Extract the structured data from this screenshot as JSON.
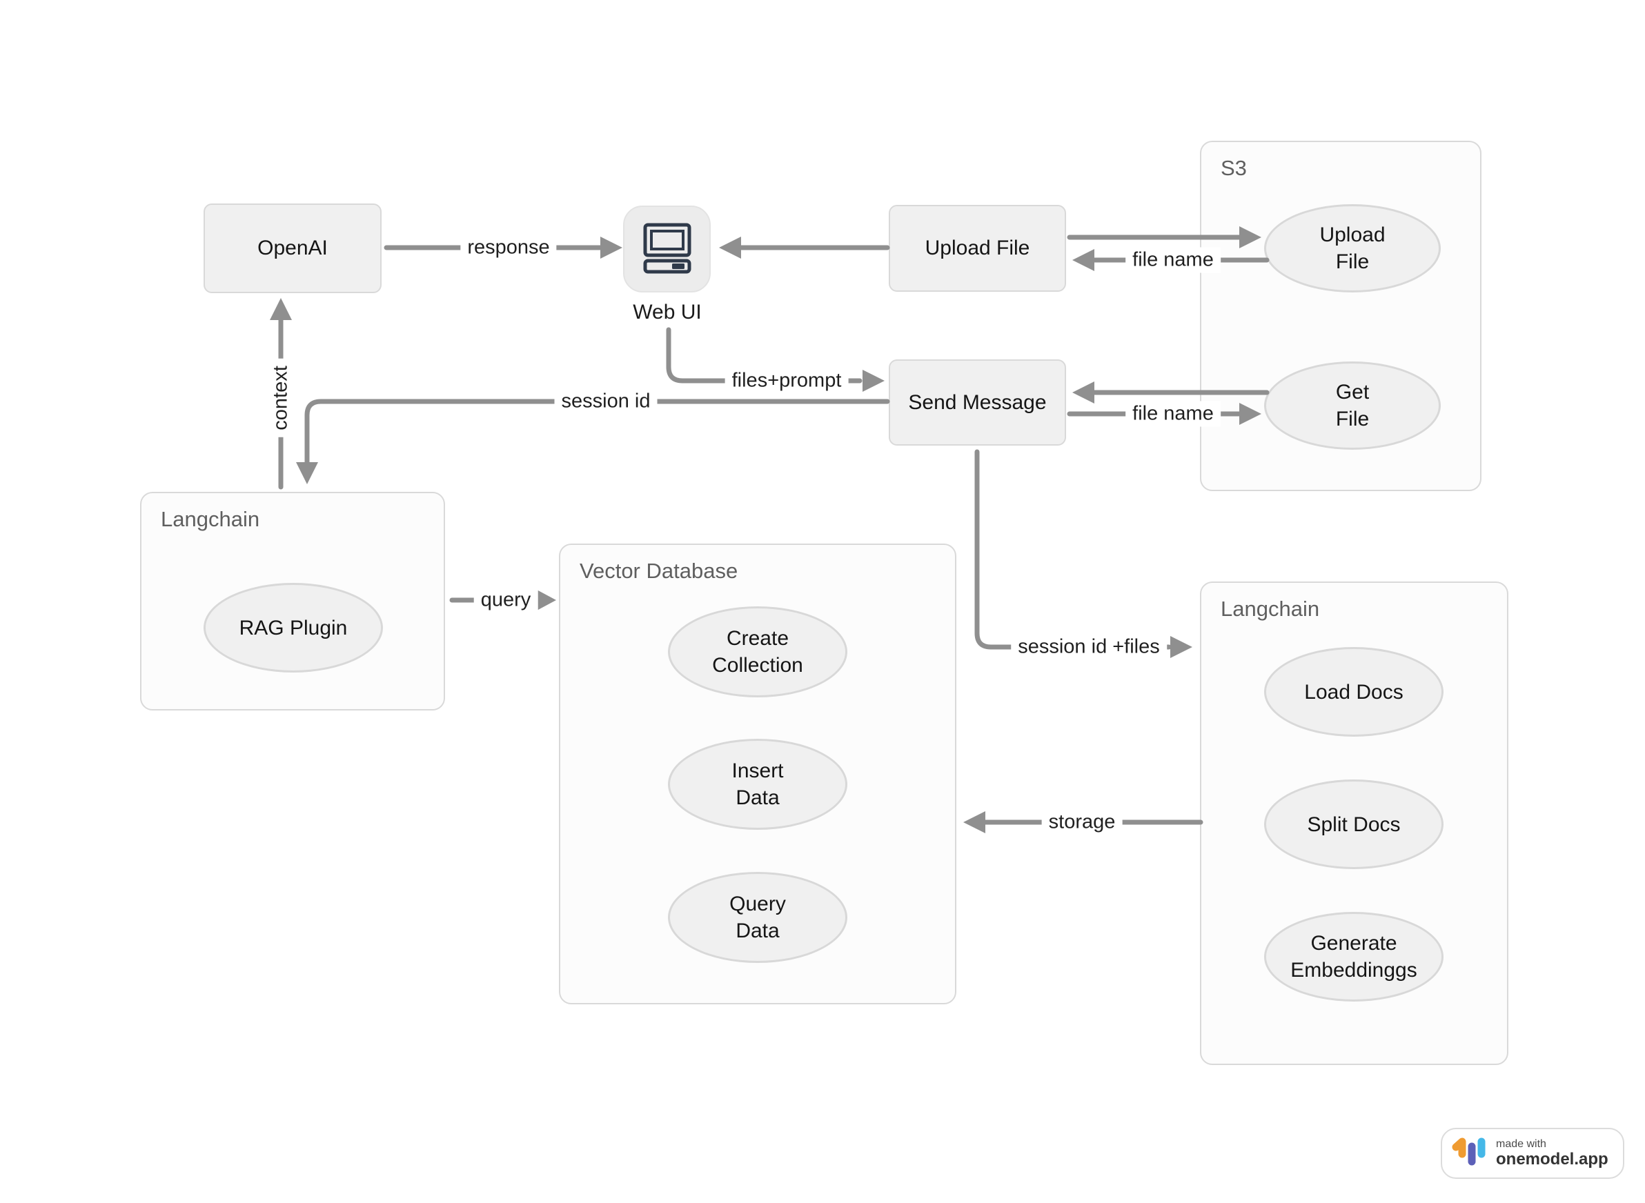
{
  "diagram": {
    "nodes": {
      "openai": "OpenAI",
      "web_ui": "Web UI",
      "upload_file": "Upload File",
      "send_message": "Send Message"
    },
    "containers": {
      "s3": "S3",
      "langchain_left": "Langchain",
      "vector_db": "Vector Database",
      "langchain_right": "Langchain"
    },
    "ellipses": {
      "s3_upload_1": "Upload",
      "s3_upload_2": "File",
      "s3_get_1": "Get",
      "s3_get_2": "File",
      "rag_plugin": "RAG Plugin",
      "create_1": "Create",
      "create_2": "Collection",
      "insert_1": "Insert",
      "insert_2": "Data",
      "querydata_1": "Query",
      "querydata_2": "Data",
      "load_docs": "Load Docs",
      "split_docs": "Split Docs",
      "generate_1": "Generate",
      "generate_2": "Embeddinggs"
    },
    "edge_labels": {
      "response": "response",
      "file_name_upload": "file name",
      "file_name_get": "file name",
      "files_prompt": "files+prompt",
      "session_id": "session id",
      "context": "context",
      "query": "query",
      "session_id_files": "session id +files",
      "storage": "storage"
    }
  },
  "badge": {
    "made_with": "made with",
    "brand": "onemodel.app"
  },
  "colors": {
    "arrow": "#8f8f8f",
    "node_fill": "#f0f0f0",
    "node_border": "#d9d9d9",
    "container_fill": "#fcfcfc",
    "icon_stroke": "#2f3a4a",
    "logo_orange": "#ef9b31",
    "logo_indigo": "#5c60b8",
    "logo_blue": "#45b8e8"
  }
}
